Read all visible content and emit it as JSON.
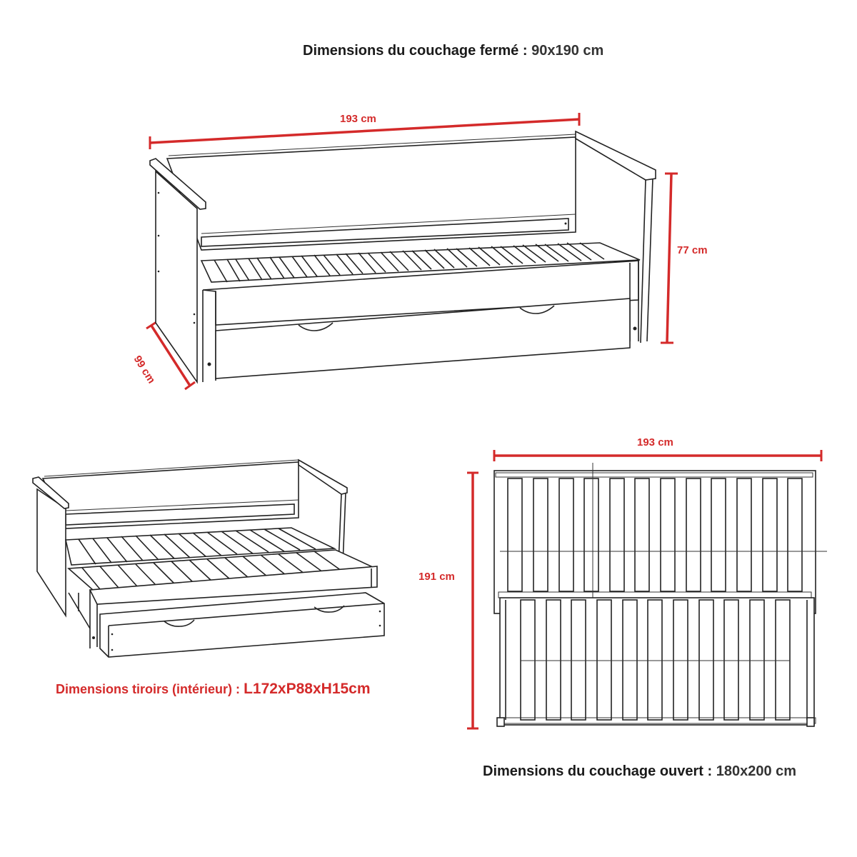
{
  "closed": {
    "label": "Dimensions du couchage fermé :",
    "value": "90x190 cm",
    "width_dim": "193 cm",
    "height_dim": "77 cm",
    "depth_dim": "99 cm"
  },
  "drawer": {
    "label": "Dimensions tiroirs (intérieur) :",
    "value": "L172xP88xH15cm"
  },
  "open": {
    "label": "Dimensions du couchage ouvert :",
    "value": "180x200 cm",
    "width_dim": "193 cm",
    "depth_dim": "191 cm"
  },
  "colors": {
    "dimension_red": "#d42a2a",
    "line_black": "#222222"
  }
}
